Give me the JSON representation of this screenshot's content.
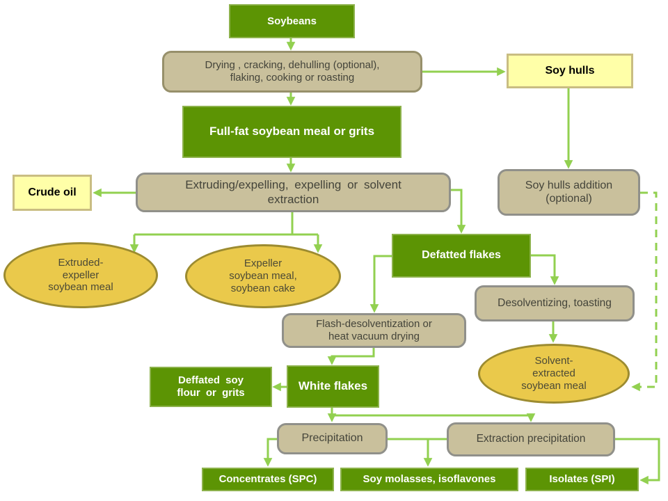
{
  "diagram_title": "Soybean processing flowchart",
  "colors": {
    "green_box": "#5c9404",
    "green_border": "#8db24c",
    "tan_fill": "#c9c09c",
    "tan_border": "#90908a",
    "tan_border_brown": "#97906b",
    "yellow_fill": "#ffffa8",
    "yellow_border": "#c9bd82",
    "gold_fill": "#eac94b",
    "gold_border": "#9c8b30",
    "arrow": "#92d050",
    "dark_text": "#44443a",
    "ellipse_text": "#4c4a36",
    "white_text": "#ffffff"
  },
  "nodes": {
    "soybeans": {
      "label": "Soybeans"
    },
    "drying": {
      "lines": [
        "Drying , cracking, dehulling (optional),",
        "flaking, cooking or roasting"
      ]
    },
    "soy_hulls": {
      "label": "Soy hulls"
    },
    "full_fat_meal": {
      "label": "Full-fat soybean meal or grits"
    },
    "crude_oil": {
      "label": "Crude oil"
    },
    "extruding": {
      "lines": [
        "Extruding/expelling, expelling or solvent",
        "extraction"
      ]
    },
    "soy_hulls_addition": {
      "lines": [
        "Soy hulls addition",
        "(optional)"
      ]
    },
    "extruded_expeller_meal": {
      "lines": [
        "Extruded-",
        "expeller",
        "soybean meal"
      ]
    },
    "expeller_meal": {
      "lines": [
        "Expeller",
        "soybean meal,",
        "soybean cake"
      ]
    },
    "defatted_flakes": {
      "label": "Defatted flakes"
    },
    "desolventizing": {
      "label": "Desolventizing, toasting"
    },
    "flash_desolventization": {
      "lines": [
        "Flash-desolventization or",
        "heat vacuum drying"
      ]
    },
    "solvent_extracted_meal": {
      "lines": [
        "Solvent-",
        "extracted",
        "soybean meal"
      ]
    },
    "defatted_soy_flour": {
      "lines": [
        "Deffated soy",
        "flour or grits"
      ]
    },
    "white_flakes": {
      "label": "White flakes"
    },
    "precipitation": {
      "label": "Precipitation"
    },
    "extraction_precipitation": {
      "label": "Extraction precipitation"
    },
    "concentrates": {
      "label": "Concentrates (SPC)"
    },
    "soy_molasses": {
      "label": "Soy molasses, isoflavones"
    },
    "isolates": {
      "label": "Isolates (SPI)"
    }
  },
  "edges": [
    {
      "from": "soybeans",
      "to": "drying",
      "style": "solid"
    },
    {
      "from": "drying",
      "to": "soy_hulls",
      "style": "solid"
    },
    {
      "from": "drying",
      "to": "full_fat_meal",
      "style": "solid"
    },
    {
      "from": "full_fat_meal",
      "to": "extruding",
      "style": "solid"
    },
    {
      "from": "extruding",
      "to": "crude_oil",
      "style": "solid"
    },
    {
      "from": "soy_hulls",
      "to": "soy_hulls_addition",
      "style": "solid"
    },
    {
      "from": "extruding",
      "to": "extruded_expeller_meal",
      "style": "solid"
    },
    {
      "from": "extruding",
      "to": "expeller_meal",
      "style": "solid"
    },
    {
      "from": "extruding",
      "to": "defatted_flakes",
      "style": "solid"
    },
    {
      "from": "defatted_flakes",
      "to": "flash_desolventization",
      "style": "solid"
    },
    {
      "from": "defatted_flakes",
      "to": "desolventizing",
      "style": "solid"
    },
    {
      "from": "desolventizing",
      "to": "solvent_extracted_meal",
      "style": "solid"
    },
    {
      "from": "soy_hulls_addition",
      "to": "solvent_extracted_meal",
      "style": "dashed"
    },
    {
      "from": "flash_desolventization",
      "to": "white_flakes",
      "style": "solid"
    },
    {
      "from": "white_flakes",
      "to": "defatted_soy_flour",
      "style": "solid"
    },
    {
      "from": "white_flakes",
      "to": "precipitation",
      "style": "solid"
    },
    {
      "from": "white_flakes",
      "to": "extraction_precipitation",
      "style": "solid"
    },
    {
      "from": "precipitation",
      "to": "extraction_precipitation",
      "style": "solid"
    },
    {
      "from": "precipitation",
      "to": "concentrates",
      "style": "solid"
    },
    {
      "from": "precipitation",
      "to": "soy_molasses",
      "style": "solid"
    },
    {
      "from": "extraction_precipitation",
      "to": "isolates",
      "style": "solid"
    }
  ]
}
